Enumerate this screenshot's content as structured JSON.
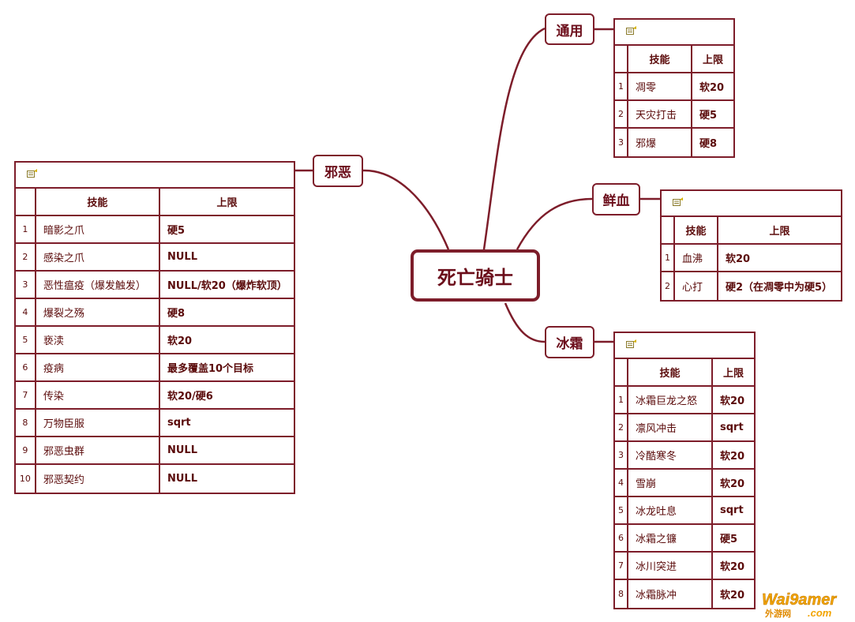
{
  "central": "死亡骑士",
  "colors": {
    "border": "#7d1d2a",
    "text": "#6b0d1a",
    "accent_watermark": "#f2a400"
  },
  "branches": {
    "evil": {
      "label": "邪恶",
      "header": [
        "技能",
        "上限"
      ],
      "rows": [
        {
          "n": "1",
          "skill": "暗影之爪",
          "limit": "硬5"
        },
        {
          "n": "2",
          "skill": "感染之爪",
          "limit": "NULL"
        },
        {
          "n": "3",
          "skill": "恶性瘟疫（爆发触发）",
          "limit": "NULL/软20（爆炸软顶）"
        },
        {
          "n": "4",
          "skill": "爆裂之殇",
          "limit": "硬8"
        },
        {
          "n": "5",
          "skill": "亵渎",
          "limit": "软20"
        },
        {
          "n": "6",
          "skill": "疫病",
          "limit": "最多覆盖10个目标"
        },
        {
          "n": "7",
          "skill": "传染",
          "limit": "软20/硬6"
        },
        {
          "n": "8",
          "skill": "万物臣服",
          "limit": "sqrt"
        },
        {
          "n": "9",
          "skill": "邪恶虫群",
          "limit": "NULL"
        },
        {
          "n": "10",
          "skill": "邪恶契约",
          "limit": "NULL"
        }
      ]
    },
    "general": {
      "label": "通用",
      "header": [
        "技能",
        "上限"
      ],
      "rows": [
        {
          "n": "1",
          "skill": "凋零",
          "limit": "软20"
        },
        {
          "n": "2",
          "skill": "天灾打击",
          "limit": "硬5"
        },
        {
          "n": "3",
          "skill": "邪爆",
          "limit": "硬8"
        }
      ]
    },
    "blood": {
      "label": "鲜血",
      "header": [
        "技能",
        "上限"
      ],
      "rows": [
        {
          "n": "1",
          "skill": "血沸",
          "limit": "软20"
        },
        {
          "n": "2",
          "skill": "心打",
          "limit": "硬2（在凋零中为硬5）"
        }
      ]
    },
    "frost": {
      "label": "冰霜",
      "header": [
        "技能",
        "上限"
      ],
      "rows": [
        {
          "n": "1",
          "skill": "冰霜巨龙之怒",
          "limit": "软20"
        },
        {
          "n": "2",
          "skill": "凛风冲击",
          "limit": "sqrt"
        },
        {
          "n": "3",
          "skill": "冷酷寒冬",
          "limit": "软20"
        },
        {
          "n": "4",
          "skill": "雪崩",
          "limit": "软20"
        },
        {
          "n": "5",
          "skill": "冰龙吐息",
          "limit": "sqrt"
        },
        {
          "n": "6",
          "skill": "冰霜之镰",
          "limit": "硬5"
        },
        {
          "n": "7",
          "skill": "冰川突进",
          "limit": "软20"
        },
        {
          "n": "8",
          "skill": "冰霜脉冲",
          "limit": "软20"
        }
      ]
    }
  },
  "watermark": {
    "main": "Wai9amer",
    "sub": "外游网",
    "domain": ".com"
  }
}
